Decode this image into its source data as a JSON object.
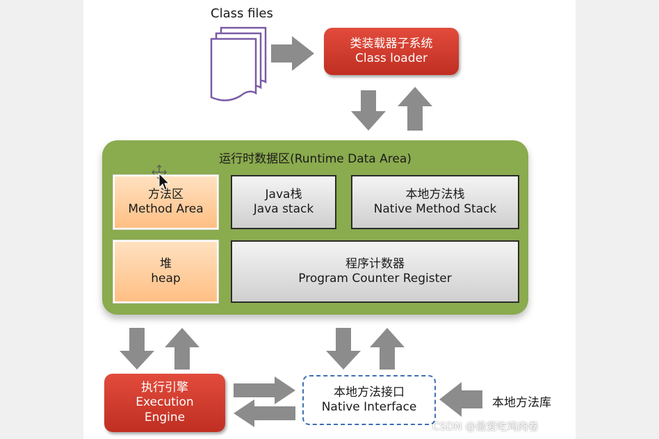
{
  "diagram": {
    "class_files": "Class files",
    "class_loader": {
      "zh": "类装载器子系统",
      "en": "Class loader"
    },
    "runtime_data_area": {
      "title": "运行时数据区(Runtime Data Area)"
    },
    "method_area": {
      "zh": "方法区",
      "en": "Method Area"
    },
    "java_stack": {
      "zh": "Java栈",
      "en": "Java stack"
    },
    "native_method_stack": {
      "zh": "本地方法栈",
      "en": "Native Method Stack"
    },
    "heap": {
      "zh": "堆",
      "en": "heap"
    },
    "program_counter": {
      "zh": "程序计数器",
      "en": "Program Counter Register"
    },
    "execution_engine": {
      "zh": "执行引擎",
      "en1": "Execution",
      "en2": "Engine"
    },
    "native_interface": {
      "zh": "本地方法接口",
      "en": "Native Interface"
    },
    "native_library": "本地方法库"
  },
  "watermark": "CSDN @最爱吃鸡肉卷",
  "colors": {
    "red_box": "#d23f31",
    "green_area": "#8aab4e",
    "orange_box": "#ffc892",
    "gray_box": "#dcdcdc",
    "arrow_gray": "#8c8c8c",
    "dashed_border": "#3d6fb6",
    "file_icon": "#7a5aa6"
  }
}
